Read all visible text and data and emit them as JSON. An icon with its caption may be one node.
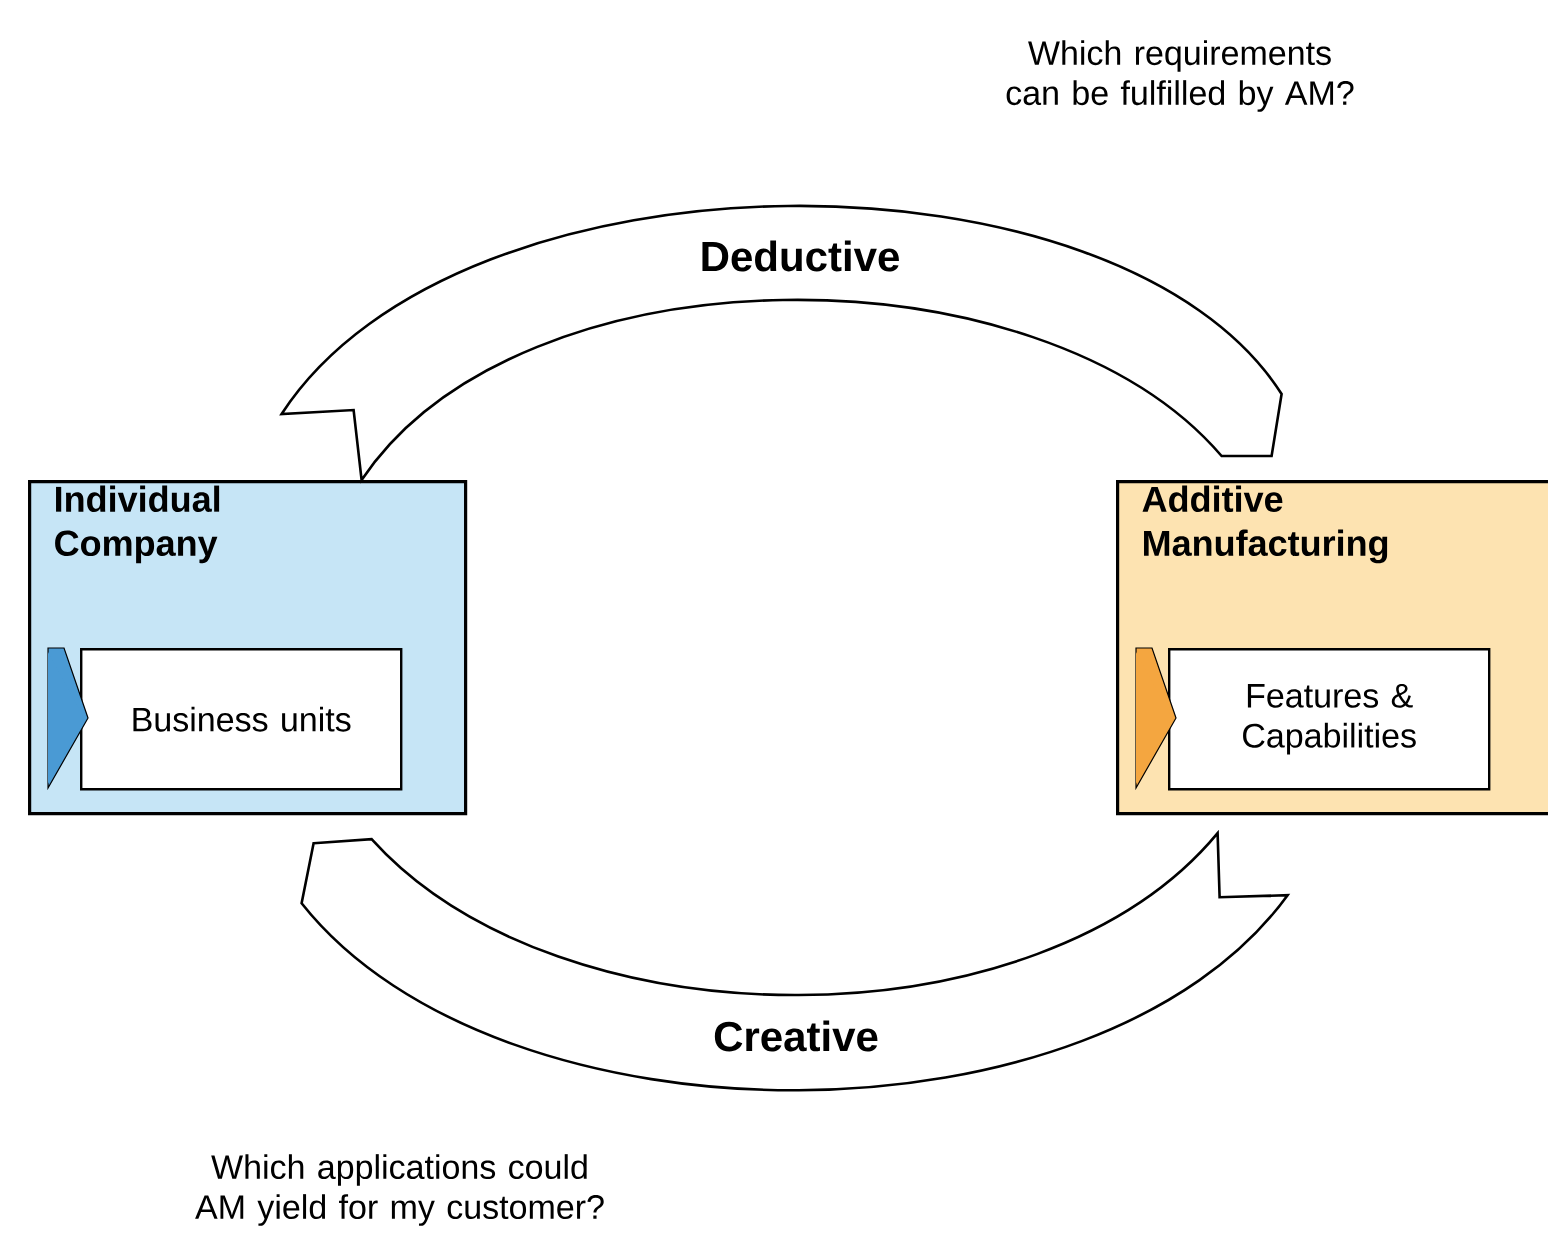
{
  "diagram": {
    "nodes": [
      {
        "text": [
          "Individual Company"
        ]
      },
      {
        "text": [
          "Business units"
        ],
        "in": 0
      },
      {
        "text": [
          "Additive Manufacturing"
        ]
      },
      {
        "text": [
          "Features & Capabilities"
        ],
        "in": 2
      }
    ],
    "edges": [
      {
        "from": 0,
        "to": 2,
        "arrow": "none",
        "label": "Deductive"
      },
      {
        "from": 2,
        "to": 0,
        "arrow": "none",
        "label": "Creative"
      }
    ],
    "labels": [
      "Which requirements can be fulfilled by AM?",
      "Which applications could AM yield for my customer?"
    ]
  }
}
